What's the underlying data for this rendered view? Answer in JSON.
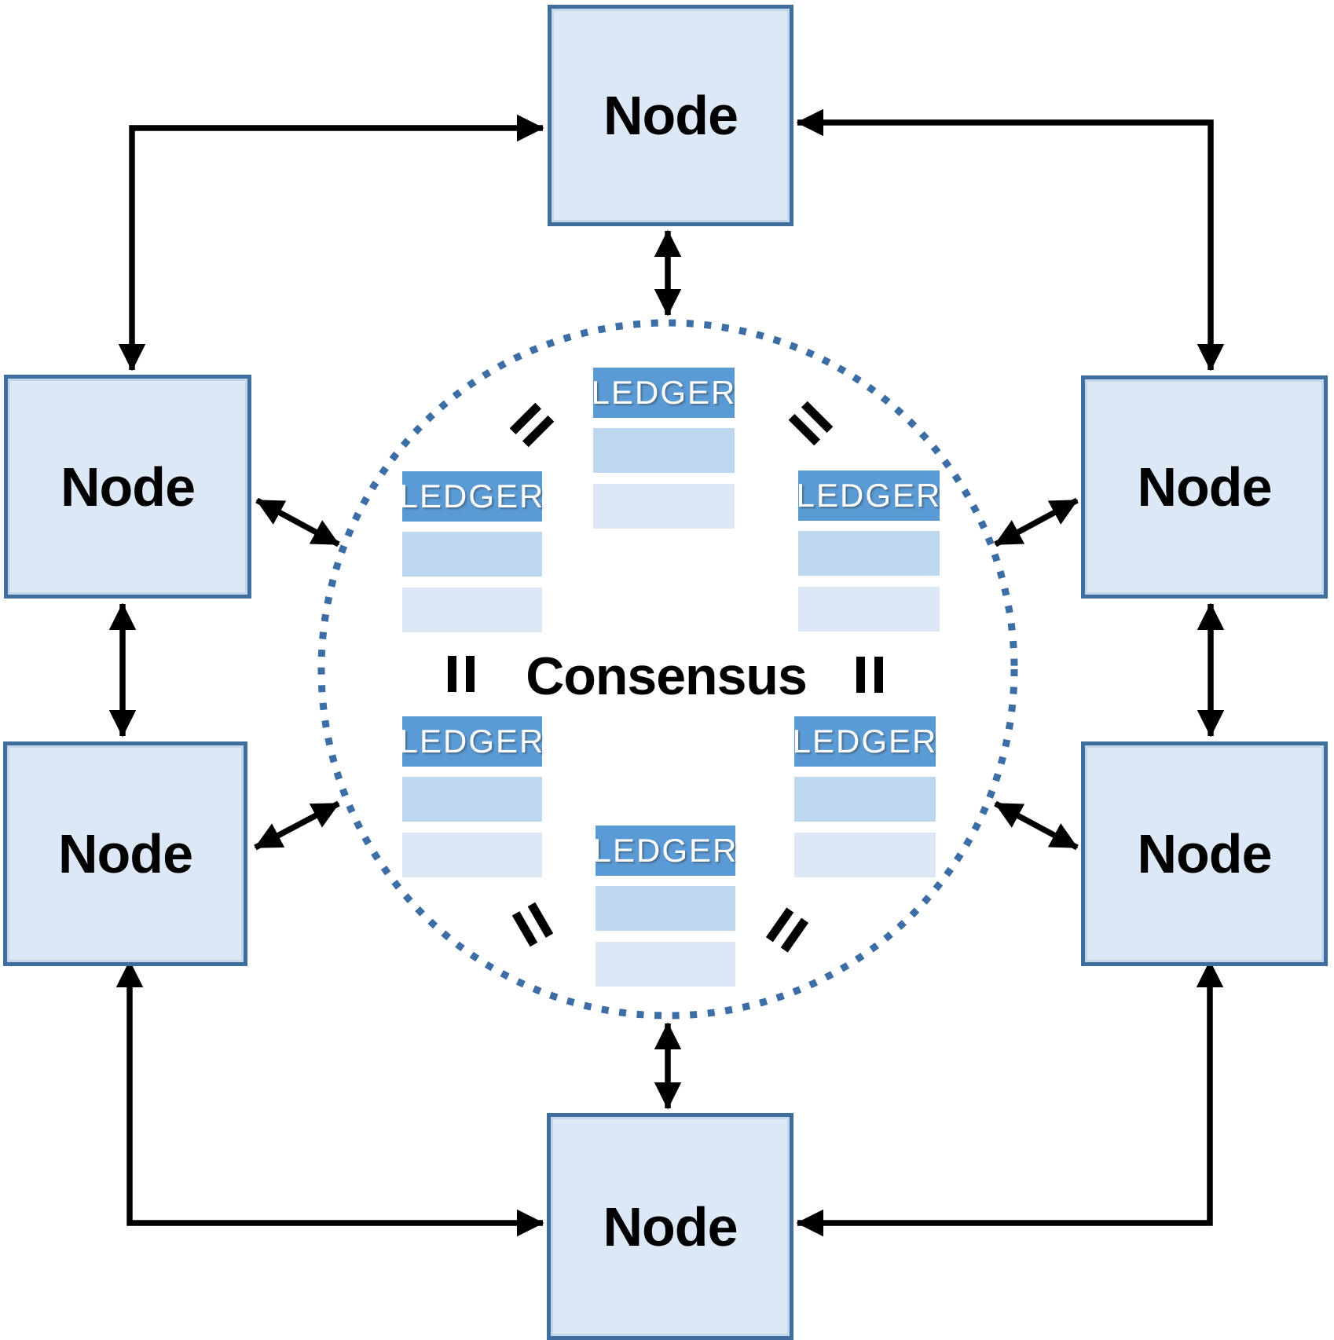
{
  "nodes": [
    {
      "position": "top",
      "label": "Node"
    },
    {
      "position": "upper-left",
      "label": "Node"
    },
    {
      "position": "upper-right",
      "label": "Node"
    },
    {
      "position": "lower-left",
      "label": "Node"
    },
    {
      "position": "lower-right",
      "label": "Node"
    },
    {
      "position": "bottom",
      "label": "Node"
    }
  ],
  "center": {
    "label": "Consensus"
  },
  "ledgers": [
    {
      "position": "top",
      "label": "LEDGER",
      "blank_rows": 2
    },
    {
      "position": "upper-left",
      "label": "LEDGER",
      "blank_rows": 2
    },
    {
      "position": "upper-right",
      "label": "LEDGER",
      "blank_rows": 2
    },
    {
      "position": "lower-left",
      "label": "LEDGER",
      "blank_rows": 2
    },
    {
      "position": "lower-right",
      "label": "LEDGER",
      "blank_rows": 2
    },
    {
      "position": "bottom",
      "label": "LEDGER",
      "blank_rows": 2
    }
  ],
  "equals_signs": {
    "symbol": "=",
    "count": 6
  },
  "connections": [
    {
      "from": "node-upper-left",
      "to": "node-top",
      "bidirectional": true,
      "style": "elbow"
    },
    {
      "from": "node-upper-right",
      "to": "node-top",
      "bidirectional": true,
      "style": "elbow"
    },
    {
      "from": "node-upper-left",
      "to": "node-lower-left",
      "bidirectional": true,
      "style": "straight"
    },
    {
      "from": "node-upper-right",
      "to": "node-lower-right",
      "bidirectional": true,
      "style": "straight"
    },
    {
      "from": "node-lower-left",
      "to": "node-bottom",
      "bidirectional": true,
      "style": "elbow"
    },
    {
      "from": "node-lower-right",
      "to": "node-bottom",
      "bidirectional": true,
      "style": "elbow"
    },
    {
      "from": "node-top",
      "to": "consensus-circle",
      "bidirectional": true,
      "style": "straight"
    },
    {
      "from": "node-bottom",
      "to": "consensus-circle",
      "bidirectional": true,
      "style": "straight"
    },
    {
      "from": "node-upper-left",
      "to": "consensus-circle",
      "bidirectional": true,
      "style": "diagonal"
    },
    {
      "from": "node-lower-left",
      "to": "consensus-circle",
      "bidirectional": true,
      "style": "diagonal"
    },
    {
      "from": "node-upper-right",
      "to": "consensus-circle",
      "bidirectional": true,
      "style": "diagonal"
    },
    {
      "from": "node-lower-right",
      "to": "consensus-circle",
      "bidirectional": true,
      "style": "diagonal"
    }
  ],
  "colors": {
    "node_fill": "#dce8f5",
    "node_border": "#3f6d9e",
    "ledger_header": "#5b9bd5",
    "ledger_header_text": "#ffffff",
    "ledger_row1": "#bdd7ee",
    "ledger_row2": "#dce8f5",
    "circle_dots": "#3c6ea5",
    "arrow": "#000000",
    "text": "#000000"
  }
}
